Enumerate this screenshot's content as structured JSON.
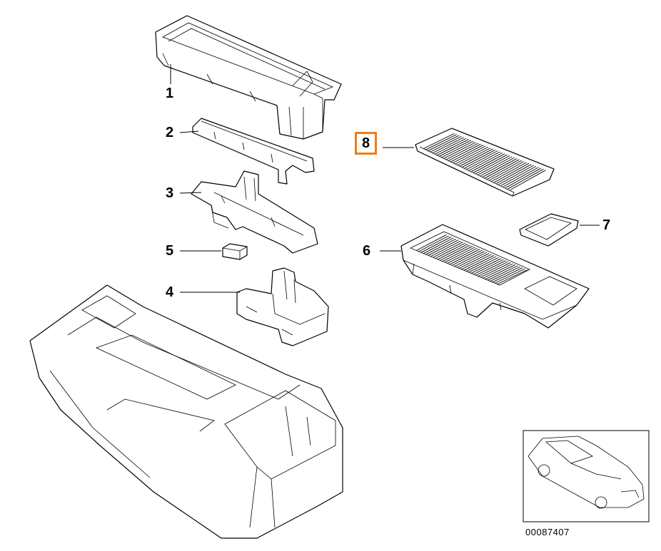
{
  "callouts": [
    {
      "id": "1",
      "label": "1"
    },
    {
      "id": "2",
      "label": "2"
    },
    {
      "id": "3",
      "label": "3"
    },
    {
      "id": "4",
      "label": "4"
    },
    {
      "id": "5",
      "label": "5"
    },
    {
      "id": "6",
      "label": "6"
    },
    {
      "id": "7",
      "label": "7"
    },
    {
      "id": "8",
      "label": "8",
      "highlighted": true
    }
  ],
  "highlight_color": "#f07b1a",
  "diagram_id": "00087407"
}
